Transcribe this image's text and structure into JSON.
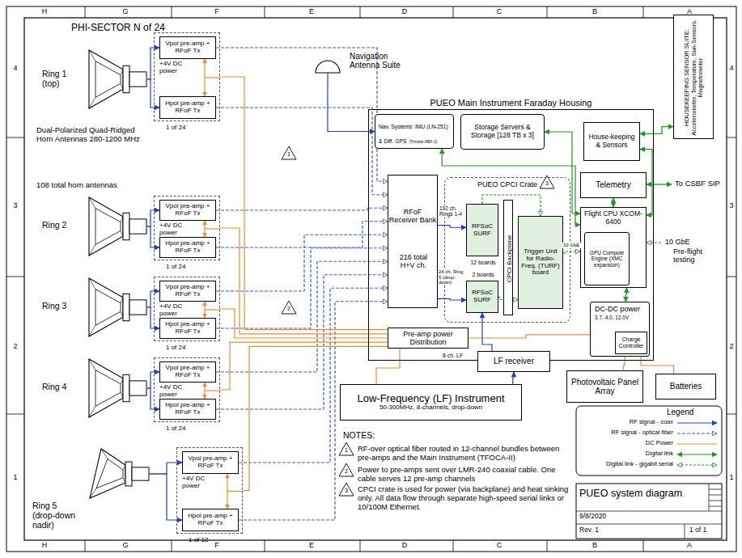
{
  "diagram": {
    "title": "PUEO system diagram",
    "nodes": [
      {
        "text": [
          "Ring 1 (top)"
        ]
      },
      {
        "text": [
          "+4V DC power",
          "1 of 24"
        ]
      },
      {
        "text": [
          "Vpol pre-amp + RFoF Tx"
        ],
        "in": 1
      },
      {
        "text": [
          "Hpol pre-amp + RFoF Tx"
        ],
        "in": 1
      },
      {
        "text": [
          "Ring 2"
        ]
      },
      {
        "text": [
          "+4V DC power",
          "1 of 24"
        ]
      },
      {
        "text": [
          "Vpol pre-amp + RFoF Tx"
        ],
        "in": 5
      },
      {
        "text": [
          "Hpol pre-amp + RFoF Tx"
        ],
        "in": 5
      },
      {
        "text": [
          "Ring 3"
        ]
      },
      {
        "text": [
          "+4V DC power",
          "1 of 24"
        ]
      },
      {
        "text": [
          "Vpol pre-amp + RFoF Tx"
        ],
        "in": 9
      },
      {
        "text": [
          "Hpol pre-amp + RFoF Tx"
        ],
        "in": 9
      },
      {
        "text": [
          "Ring 4"
        ]
      },
      {
        "text": [
          "+4V DC power",
          "1 of 24"
        ]
      },
      {
        "text": [
          "Vpol pre-amp + RFoF Tx"
        ],
        "in": 13
      },
      {
        "text": [
          "Hpol pre-amp + RFoF Tx"
        ],
        "in": 13
      },
      {
        "text": [
          "Ring 5 (drop-down nadir)"
        ]
      },
      {
        "text": [
          "+4V DC power",
          "1 of 12"
        ]
      },
      {
        "text": [
          "Vpol pre-amp + RFoF Tx"
        ],
        "in": 17
      },
      {
        "text": [
          "Hpol pre-amp + RFoF Tx"
        ],
        "in": 17
      },
      {
        "text": [
          "Navigation Antenna Suite"
        ]
      },
      {
        "text": [
          "PUEO Main Instrument Faraday Housing"
        ]
      },
      {
        "text": [
          "Nav. Systems: IMU (LN-251) & Diff. GPS",
          "(Trimble ABX-2)"
        ],
        "in": 21
      },
      {
        "text": [
          "Storage Servers & Storage [128 TB x 3]"
        ],
        "in": 21
      },
      {
        "text": [
          "House-keeping & Sensors"
        ],
        "in": 21
      },
      {
        "text": [
          "Telemetry"
        ],
        "in": 21
      },
      {
        "text": [
          "RFoF Receiver Bank",
          "216 total H+V ch."
        ],
        "in": 21
      },
      {
        "text": [
          "PUEO CPCI Crate"
        ],
        "in": 21
      },
      {
        "text": [
          "RFSoC SURF",
          "12 boards"
        ],
        "in": 27
      },
      {
        "text": [
          "2 boards",
          "RFSoC SURF"
        ],
        "in": 27
      },
      {
        "text": [
          "CPCI Backplane"
        ],
        "in": 27
      },
      {
        "text": [
          "Trigger Unit for Radio-Freq. (TURF) board"
        ],
        "in": 27
      },
      {
        "text": [
          "Flight CPU XCOM-6400"
        ],
        "in": 21
      },
      {
        "text": [
          "GPU Compute Engine (XMC expansion)"
        ],
        "in": 32
      },
      {
        "text": [
          "DC-DC power",
          "3.7, 4.0, 12.0V"
        ],
        "in": 21
      },
      {
        "text": [
          "Charge Controller"
        ],
        "in": 34
      },
      {
        "text": [
          "Pre-amp power Distribution"
        ],
        "in": 21
      },
      {
        "text": [
          "LF receiver"
        ]
      },
      {
        "text": [
          "Low-Frequency (LF) Instrument",
          "50-300MHz, 8-channels, drop-down"
        ]
      },
      {
        "text": [
          "HOUSEKEEPING SENSOR SUITE:",
          "Accelerometer, Temperature, Sun-Sensors, Magnetometer"
        ]
      },
      {
        "text": [
          "Photovoltaic Panel Array"
        ]
      },
      {
        "text": [
          "Batteries"
        ]
      }
    ],
    "edges": [
      {
        "from": 0,
        "to": 2,
        "arrow": "to"
      },
      {
        "from": 0,
        "to": 3,
        "arrow": "to"
      },
      {
        "from": 4,
        "to": 6,
        "arrow": "to"
      },
      {
        "from": 4,
        "to": 7,
        "arrow": "to"
      },
      {
        "from": 8,
        "to": 10,
        "arrow": "to"
      },
      {
        "from": 8,
        "to": 11,
        "arrow": "to"
      },
      {
        "from": 12,
        "to": 14,
        "arrow": "to"
      },
      {
        "from": 12,
        "to": 15,
        "arrow": "to"
      },
      {
        "from": 16,
        "to": 18,
        "arrow": "to"
      },
      {
        "from": 16,
        "to": 19,
        "arrow": "to"
      },
      {
        "from": 2,
        "to": 26,
        "arrow": "to"
      },
      {
        "from": 3,
        "to": 26,
        "arrow": "to"
      },
      {
        "from": 6,
        "to": 26,
        "arrow": "to"
      },
      {
        "from": 7,
        "to": 26,
        "arrow": "to"
      },
      {
        "from": 10,
        "to": 26,
        "arrow": "to"
      },
      {
        "from": 11,
        "to": 26,
        "arrow": "to"
      },
      {
        "from": 14,
        "to": 26,
        "arrow": "to"
      },
      {
        "from": 15,
        "to": 26,
        "arrow": "to"
      },
      {
        "from": 18,
        "to": 26,
        "arrow": "to"
      },
      {
        "from": 19,
        "to": 26,
        "arrow": "to"
      },
      {
        "from": 36,
        "to": 1,
        "arrow": "none"
      },
      {
        "from": 36,
        "to": 5,
        "arrow": "none"
      },
      {
        "from": 36,
        "to": 9,
        "arrow": "none"
      },
      {
        "from": 36,
        "to": 13,
        "arrow": "none"
      },
      {
        "from": 36,
        "to": 17,
        "arrow": "none"
      },
      {
        "from": 20,
        "to": 22,
        "arrow": "to"
      },
      {
        "from": 22,
        "to": 32,
        "arrow": "both"
      },
      {
        "from": 23,
        "to": 32,
        "arrow": "both"
      },
      {
        "from": 24,
        "to": 32,
        "arrow": "both"
      },
      {
        "from": 39,
        "to": 24,
        "arrow": "both"
      },
      {
        "from": 25,
        "to": 32,
        "arrow": "both"
      },
      {
        "from": 26,
        "to": 28,
        "arrow": "to",
        "label": "192 ch. Rings 1-4"
      },
      {
        "from": 26,
        "to": 29,
        "arrow": "to",
        "label": "24 ch. Ring 5 (drop-down)"
      },
      {
        "from": 28,
        "to": 31,
        "arrow": "to"
      },
      {
        "from": 29,
        "to": 31,
        "arrow": "to"
      },
      {
        "from": 31,
        "to": 32,
        "arrow": "to",
        "label": "10 GbE"
      },
      {
        "from": 34,
        "to": 32,
        "arrow": "both"
      },
      {
        "from": 34,
        "to": 36,
        "arrow": "none"
      },
      {
        "from": 37,
        "to": 29,
        "arrow": "to",
        "label": "8 ch. LF"
      },
      {
        "from": 38,
        "to": 37,
        "arrow": "to"
      },
      {
        "from": 36,
        "to": 38,
        "arrow": "none"
      },
      {
        "from": 40,
        "to": 35,
        "arrow": "none"
      },
      {
        "from": 41,
        "to": 35,
        "arrow": "none"
      }
    ],
    "labels": [
      "PHI-SECTOR N of 24",
      "Dual-Polarized Quad-Ridged Horn Antennas 280-1200 MHz",
      "108 total horn antennas",
      "1",
      "2",
      "3",
      "To CSBF SIP",
      "10 GbE",
      "Pre-flight testing",
      "NOTES:",
      "1",
      "RF-over optical fiber routed in 12-channel bundles between pre-amps and the Main Instrument (TFOCA-II)",
      "2",
      "Power to pre-amps sent over LMR-240 coaxial cable. One cable serves 12 pre-amp channels",
      "3",
      "CPCI crate is used for power (via backplane) and heat sinking only. All data flow through separate high-speed serial links or 10/100M Ethernet.",
      "Legend",
      "9/8/2020",
      "Rev. 1",
      "1 of 1",
      "H",
      "G",
      "F",
      "E",
      "D",
      "C",
      "B",
      "A",
      "H",
      "G",
      "F",
      "E",
      "D",
      "C",
      "B",
      "A",
      "4",
      "3",
      "2",
      "1",
      "4",
      "3",
      "2",
      "1"
    ],
    "legend": [
      {
        "text": "RF signal - coax"
      },
      {
        "text": "RF signal - optical fiber"
      },
      {
        "text": "DC Power"
      },
      {
        "text": "Digital link"
      },
      {
        "text": "Digital link - gigabit serial"
      }
    ]
  }
}
